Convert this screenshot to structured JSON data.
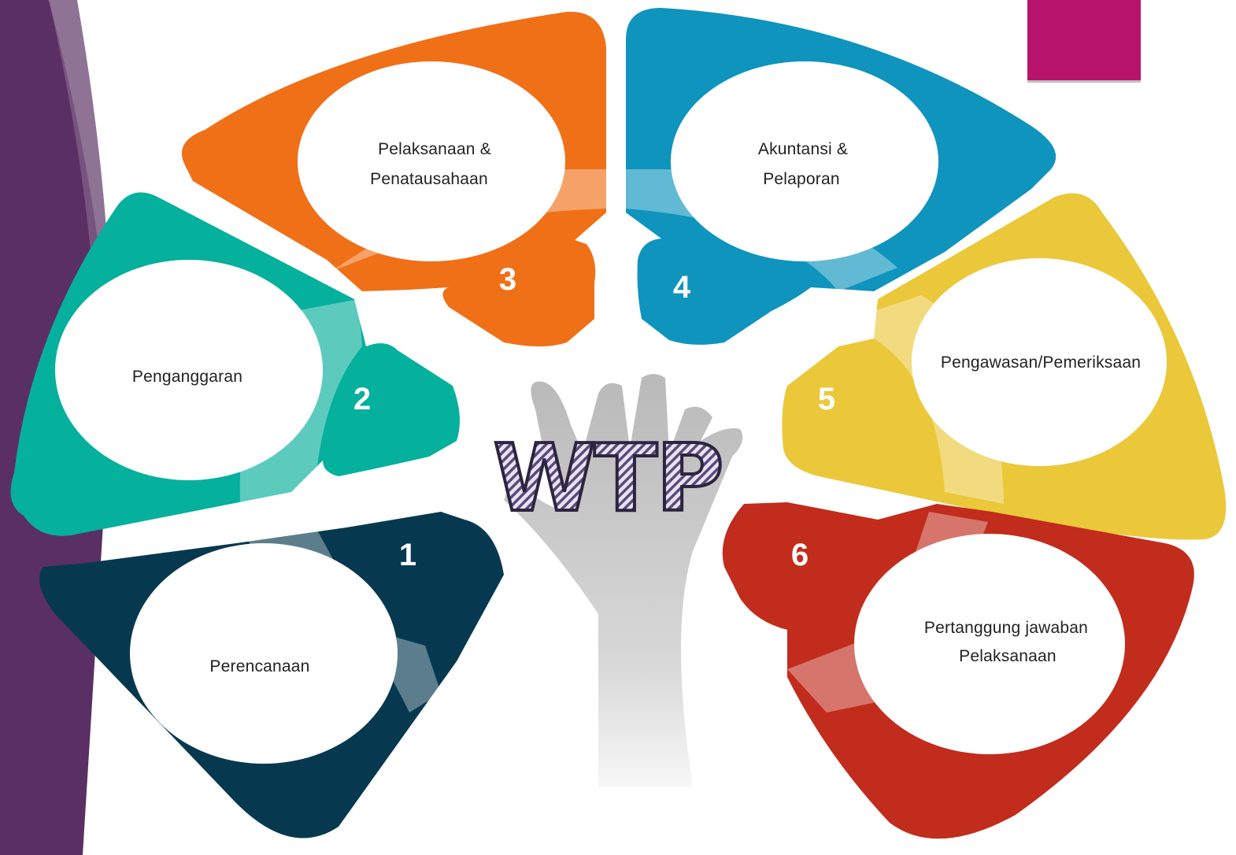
{
  "center": {
    "title": "WTP"
  },
  "segments": [
    {
      "number": "1",
      "lines": [
        "Perencanaan"
      ],
      "color": "#06394f"
    },
    {
      "number": "2",
      "lines": [
        "Penganggaran"
      ],
      "color": "#05b09c"
    },
    {
      "number": "3",
      "lines": [
        "Pelaksanaan &",
        "Penatausahaan"
      ],
      "color": "#f07018"
    },
    {
      "number": "4",
      "lines": [
        "Akuntansi &",
        "Pelaporan"
      ],
      "color": "#0f94bd"
    },
    {
      "number": "5",
      "lines": [
        "Pengawasan/Pemeriksaan"
      ],
      "color": "#eac83a"
    },
    {
      "number": "6",
      "lines": [
        "Pertanggung jawaban",
        "Pelaksanaan"
      ],
      "color": "#c12c1c"
    }
  ],
  "colors": {
    "sidebar": "#5a2f63",
    "corner_accent": "#b8136b",
    "hand": "#cfcfcf"
  },
  "icons": [
    "hand-silhouette",
    "ellipse-badge"
  ]
}
